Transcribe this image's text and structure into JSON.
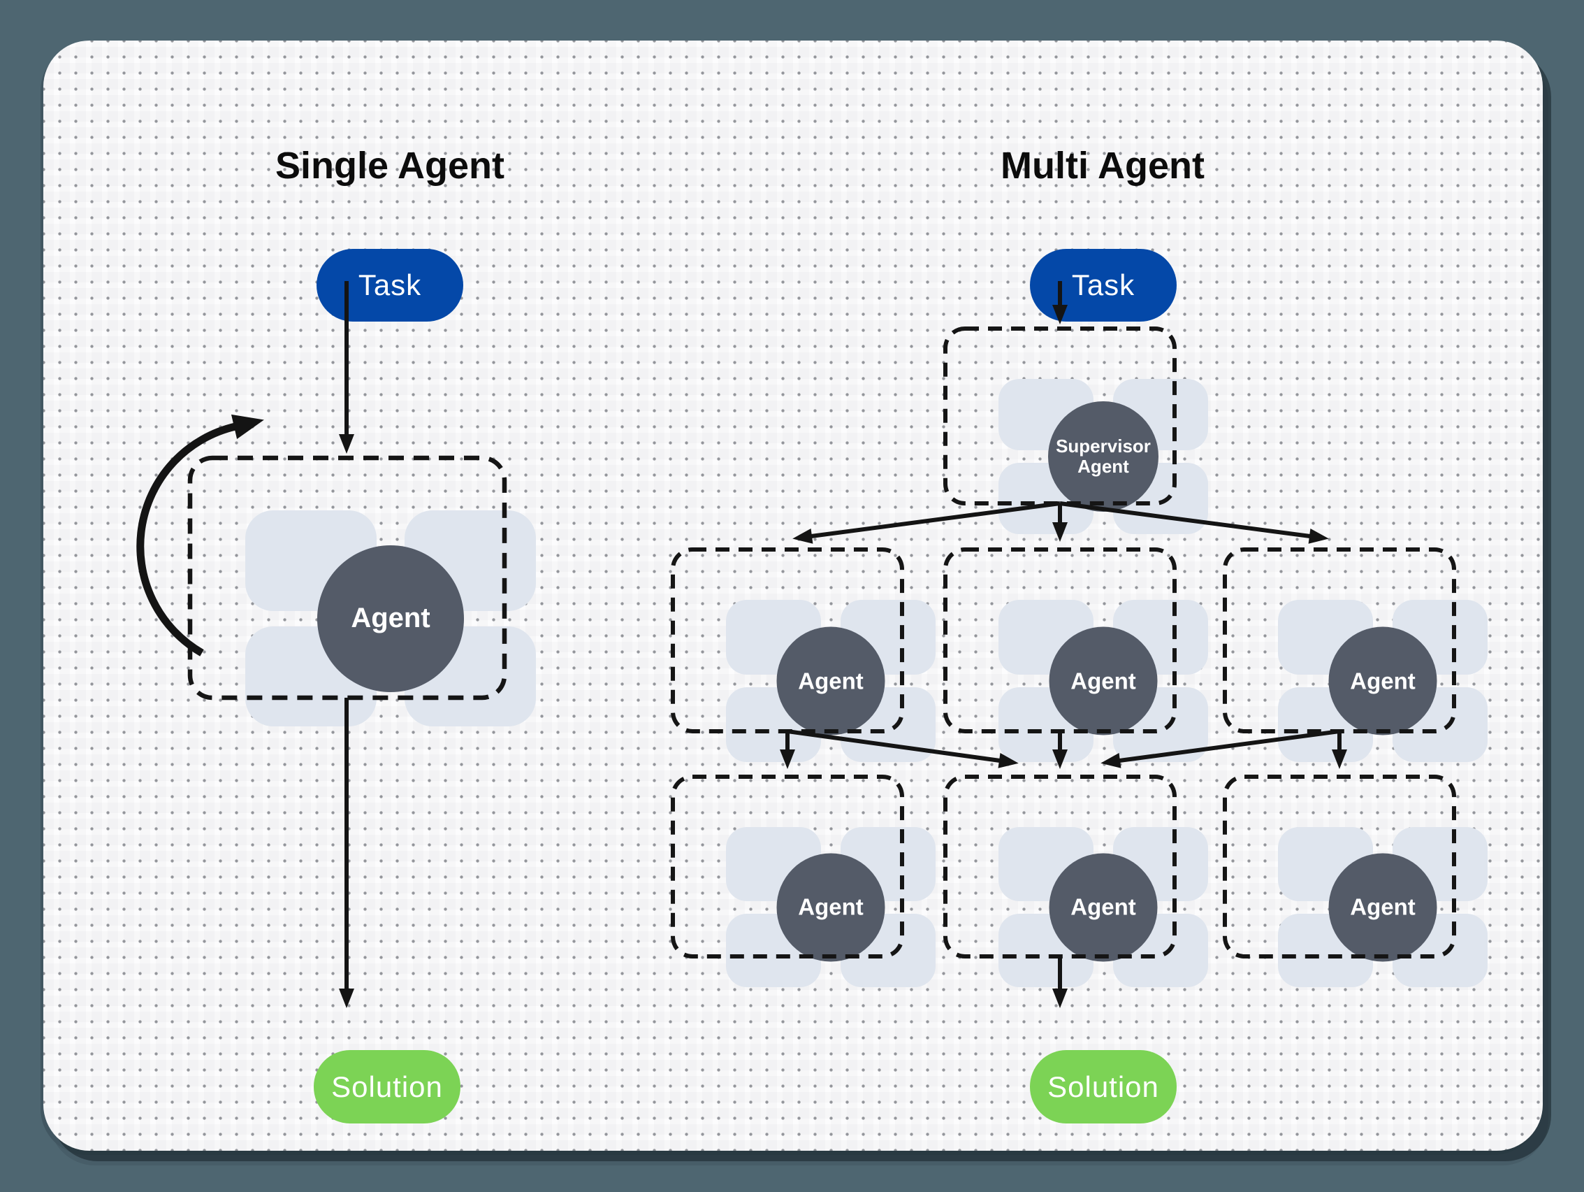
{
  "colors": {
    "outer_background": "#4e6671",
    "panel_background": "#fcfcfd",
    "dot_grid": "#8f9298",
    "task_pill": "#0448a8",
    "solution_pill": "#7cd355",
    "agent_circle": "#545b68",
    "capability_tile": "#dfe5ee",
    "connector": "#141414",
    "title_text": "#0c0c0c"
  },
  "single": {
    "title": "Single Agent",
    "task_label": "Task",
    "agent_label": "Agent",
    "solution_label": "Solution"
  },
  "multi": {
    "title": "Multi Agent",
    "task_label": "Task",
    "supervisor_label": "Supervisor Agent",
    "row1": [
      "Agent",
      "Agent",
      "Agent"
    ],
    "row2": [
      "Agent",
      "Agent",
      "Agent"
    ],
    "solution_label": "Solution"
  }
}
